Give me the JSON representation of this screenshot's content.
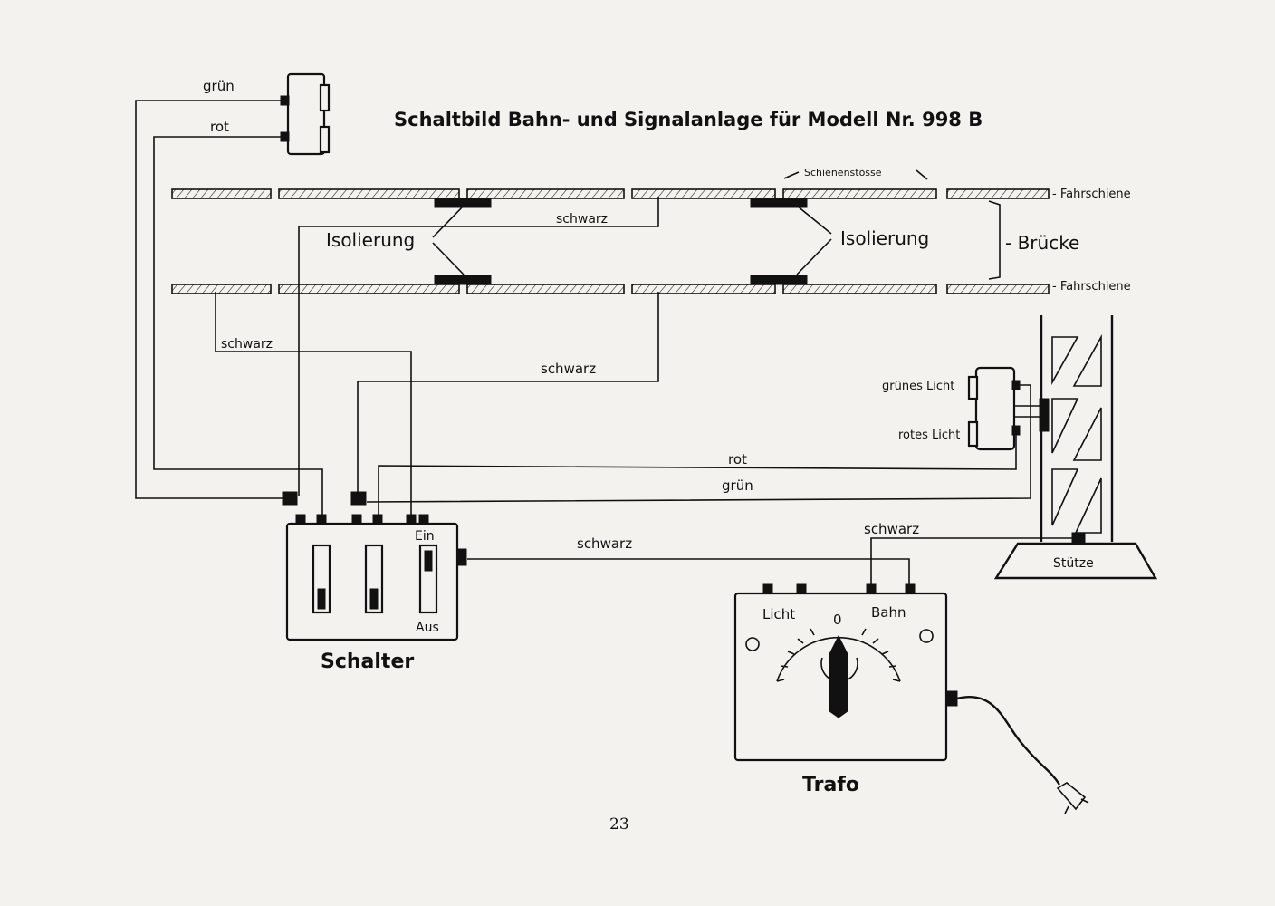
{
  "title": "Schaltbild Bahn- und Signalanlage für Modell Nr. 998 B",
  "labels": {
    "gruen_top": "grün",
    "rot_top": "rot",
    "schienenstoesse": "Schienenstösse",
    "fahrschiene_top": "- Fahrschiene",
    "fahrschiene_bottom": "- Fahrschiene",
    "isolierung_left": "Isolierung",
    "isolierung_right": "Isolierung",
    "bruecke": "- Brücke",
    "schwarz_1": "schwarz",
    "schwarz_2": "schwarz",
    "schwarz_3": "schwarz",
    "schwarz_4": "schwarz",
    "schwarz_5": "schwarz",
    "gruenes_licht": "grünes Licht",
    "rotes_licht": "rotes Licht",
    "rot_mid": "rot",
    "gruen_mid": "grün",
    "ein": "Ein",
    "aus": "Aus",
    "stuetze": "Stütze",
    "licht": "Licht",
    "bahn": "Bahn",
    "dial_zero": "0",
    "schalter": "Schalter",
    "trafo": "Trafo"
  },
  "page_number": "23"
}
